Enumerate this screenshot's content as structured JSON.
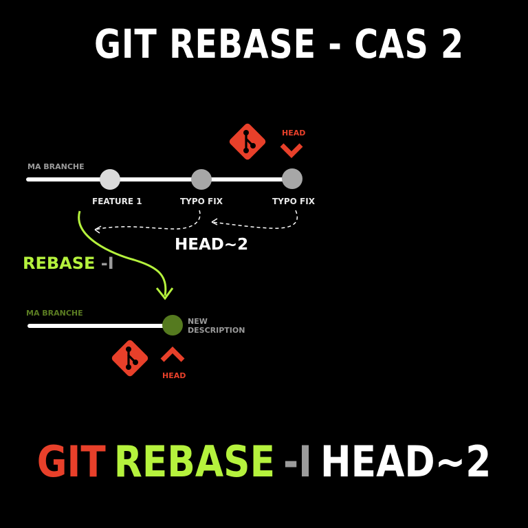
{
  "title": "GIT REBASE - CAS 2",
  "top_branch": {
    "label": "MA BRANCHE",
    "commits": [
      "FEATURE 1",
      "TYPO FIX",
      "TYPO FIX"
    ],
    "head_label": "HEAD"
  },
  "relative_ref": "HEAD~2",
  "rebase_label": {
    "word": "REBASE",
    "flag": "-I"
  },
  "bottom_branch": {
    "label": "MA BRANCHE",
    "commit": "NEW DESCRIPTION",
    "commit_line1": "NEW",
    "commit_line2": "DESCRIPTION",
    "head_label": "HEAD"
  },
  "command": {
    "git": "GIT",
    "rebase": "REBASE",
    "flag": "-I",
    "ref": "HEAD~2"
  },
  "colors": {
    "background": "#000000",
    "git_red": "#e8402a",
    "rebase_green": "#b5f23d",
    "new_commit_green": "#557a1f",
    "flag_grey": "#9b9b9b"
  },
  "icons": [
    "git-logo-icon",
    "head-arrow-down-icon",
    "head-arrow-up-icon",
    "curved-arrow-icon",
    "dashed-arrow-icon"
  ]
}
